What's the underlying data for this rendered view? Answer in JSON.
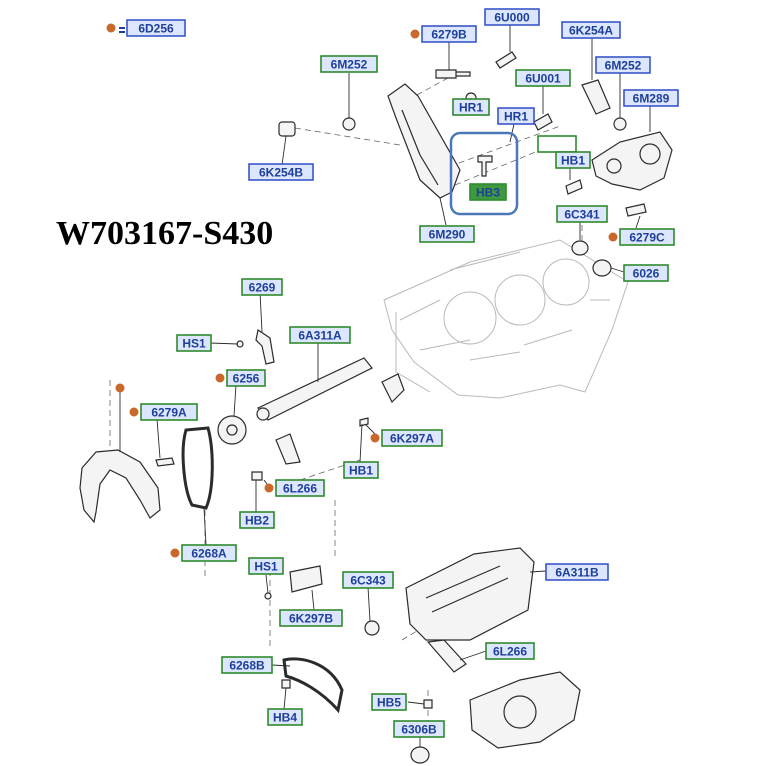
{
  "headline": "W703167-S430",
  "colors": {
    "label_fill": "#dce6ff",
    "label_text": "#1d3f9a",
    "label_border_blue": "#3a56c8",
    "label_border_green": "#2f8a2f",
    "marker": "#c8682a",
    "highlight_border": "#4a78b8",
    "highlight_label_fill": "#3f9a3f"
  },
  "legend": {
    "marker_icon": "orange-dot-icon",
    "text": "6D256"
  },
  "labels": [
    {
      "text": "6279B",
      "marker": true
    },
    {
      "text": "6U000"
    },
    {
      "text": "6K254A"
    },
    {
      "text": "6M252"
    },
    {
      "text": "6M252"
    },
    {
      "text": "6U001"
    },
    {
      "text": "HR1"
    },
    {
      "text": "HR1"
    },
    {
      "text": "6M289"
    },
    {
      "text": "HB1"
    },
    {
      "text": "6K254B"
    },
    {
      "text": "HB3",
      "highlighted": true
    },
    {
      "text": "6C341"
    },
    {
      "text": "6279C",
      "marker": true
    },
    {
      "text": "6M290"
    },
    {
      "text": "6026"
    },
    {
      "text": "6269"
    },
    {
      "text": "HS1"
    },
    {
      "text": "6A311A"
    },
    {
      "text": "6256",
      "marker": true
    },
    {
      "text": "6279A",
      "marker": true
    },
    {
      "text": "6K297A",
      "marker": true
    },
    {
      "text": "HB1"
    },
    {
      "text": "6L266",
      "marker": true
    },
    {
      "text": "HB2"
    },
    {
      "text": "6268A",
      "marker": true
    },
    {
      "text": "HS1"
    },
    {
      "text": "6C343"
    },
    {
      "text": "6A311B"
    },
    {
      "text": "6K297B"
    },
    {
      "text": "6L266"
    },
    {
      "text": "6268B"
    },
    {
      "text": "HB5"
    },
    {
      "text": "HB4"
    },
    {
      "text": "6306B"
    }
  ]
}
